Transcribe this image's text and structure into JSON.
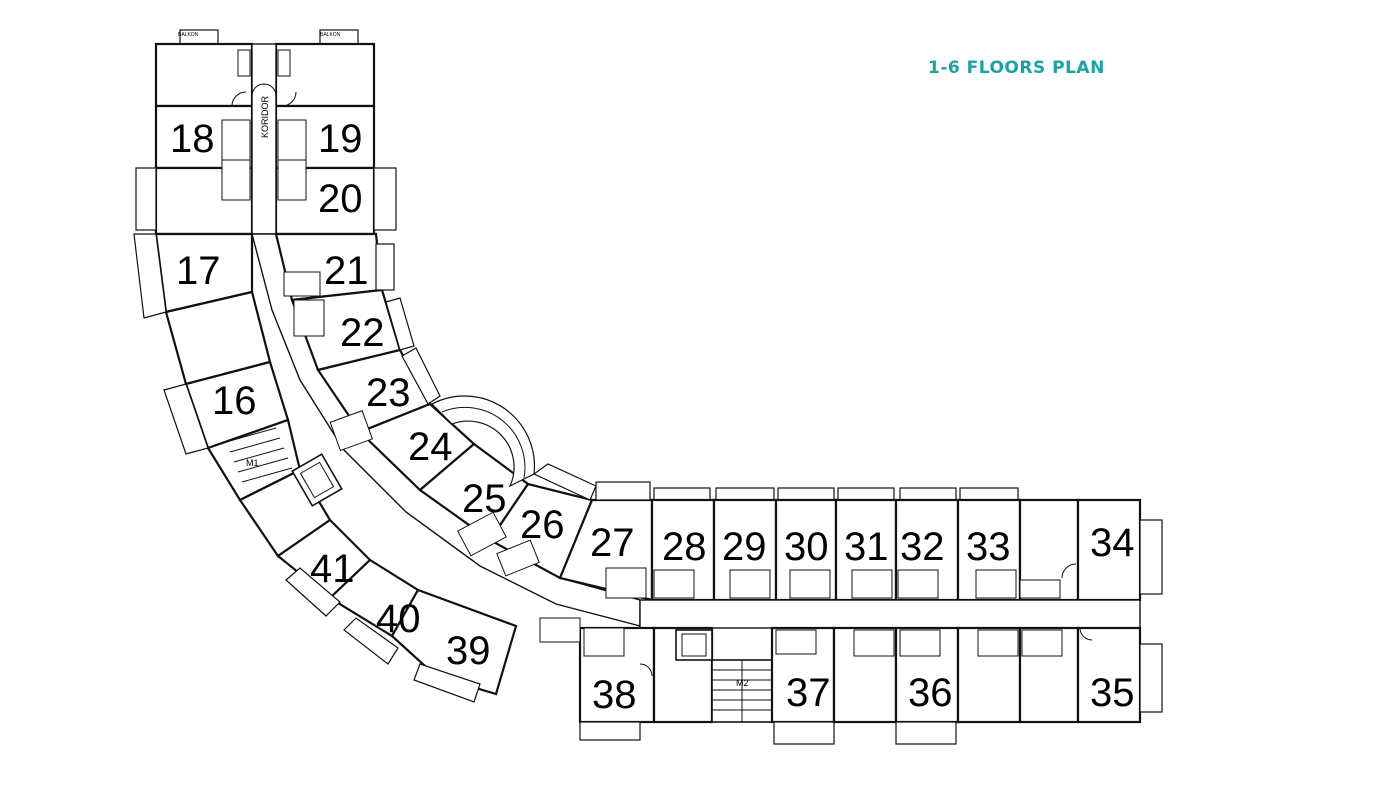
{
  "title": "1-6 FLOORS PLAN",
  "accent_color": "#19a3a8",
  "corridor_label": "KORIDOR",
  "stair_labels": [
    "M1",
    "M2"
  ],
  "balcony_label": "BALKON",
  "rooms": [
    {
      "number": "16"
    },
    {
      "number": "17"
    },
    {
      "number": "18"
    },
    {
      "number": "19"
    },
    {
      "number": "20"
    },
    {
      "number": "21"
    },
    {
      "number": "22"
    },
    {
      "number": "23"
    },
    {
      "number": "24"
    },
    {
      "number": "25"
    },
    {
      "number": "26"
    },
    {
      "number": "27"
    },
    {
      "number": "28"
    },
    {
      "number": "29"
    },
    {
      "number": "30"
    },
    {
      "number": "31"
    },
    {
      "number": "32"
    },
    {
      "number": "33"
    },
    {
      "number": "34"
    },
    {
      "number": "35"
    },
    {
      "number": "36"
    },
    {
      "number": "37"
    },
    {
      "number": "38"
    },
    {
      "number": "39"
    },
    {
      "number": "40"
    },
    {
      "number": "41"
    }
  ]
}
